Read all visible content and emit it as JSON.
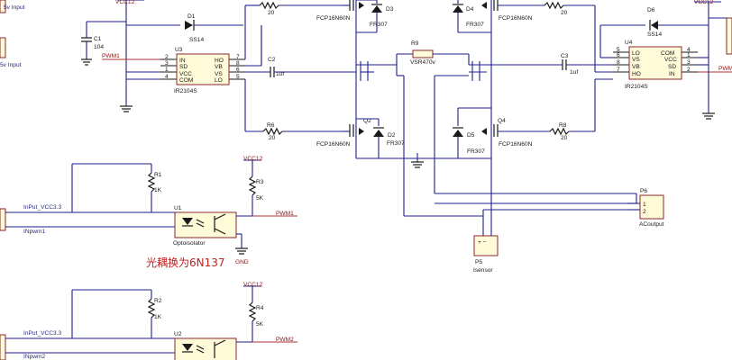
{
  "labels": {
    "vcc12": "VCC12",
    "v_input": "5v Input",
    "pwm1": "PWM1",
    "pwm2": "PWM2",
    "gnd": "GND",
    "input_vcc33": "InPut_VCC3.3",
    "inpwm1": "INpwm1",
    "inpwm2": "INpwm2",
    "note_cn": "光耦换为6N137"
  },
  "components": {
    "c1": {
      "ref": "C1",
      "value": "104"
    },
    "d1": {
      "ref": "D1",
      "value": "SS14"
    },
    "u3": {
      "ref": "U3",
      "value": "IR2104S",
      "pins_left": [
        "IN",
        "SD",
        "VCC",
        "COM"
      ],
      "pins_right": [
        "HO",
        "VB",
        "VS",
        "LO"
      ],
      "nums_left": [
        "2",
        "3",
        "1",
        "4"
      ],
      "nums_right": [
        "7",
        "8",
        "6",
        "5"
      ]
    },
    "c2": {
      "ref": "C2",
      "value": "1uf"
    },
    "r5": {
      "value": "20"
    },
    "r6": {
      "ref": "R6",
      "value": "20"
    },
    "q1": {
      "value": "FCP16N60N"
    },
    "d3": {
      "ref": "D3",
      "value": "FR307"
    },
    "q2": {
      "ref": "Q2",
      "value": "FCP16N60N"
    },
    "d2": {
      "ref": "D2",
      "value": "FR307"
    },
    "r9": {
      "ref": "R9",
      "value": "VSR470v"
    },
    "d4": {
      "ref": "D4",
      "value": "FR307"
    },
    "q3": {
      "value": "FCP16N60N"
    },
    "r7": {
      "value": "20"
    },
    "d5": {
      "ref": "D5",
      "value": "FR307"
    },
    "q4": {
      "ref": "Q4",
      "value": "FCP16N60N"
    },
    "r8": {
      "ref": "R8",
      "value": "20"
    },
    "c3": {
      "ref": "C3",
      "value": "1uf"
    },
    "d6": {
      "ref": "D6",
      "value": "SS14"
    },
    "u4": {
      "ref": "U4",
      "value": "IR2104S",
      "pins_left": [
        "LO",
        "VS",
        "VB",
        "HO"
      ],
      "pins_right": [
        "COM",
        "VCC",
        "SD",
        "IN"
      ],
      "nums_left": [
        "5",
        "6",
        "8",
        "7"
      ],
      "nums_right": [
        "4",
        "1",
        "3",
        "2"
      ]
    },
    "p6": {
      "ref": "P6",
      "value": "ACoutput",
      "pins": [
        "1",
        "2"
      ]
    },
    "p5": {
      "ref": "P5",
      "value": "Isensor",
      "pins": "+   −"
    },
    "r1": {
      "ref": "R1",
      "value": "1K"
    },
    "r3": {
      "ref": "R3",
      "value": "5K"
    },
    "u1": {
      "ref": "U1",
      "value": "Optoisolator"
    },
    "r2": {
      "ref": "R2",
      "value": "1K"
    },
    "r4": {
      "ref": "R4",
      "value": "5K"
    },
    "u2": {
      "ref": "U2"
    }
  }
}
